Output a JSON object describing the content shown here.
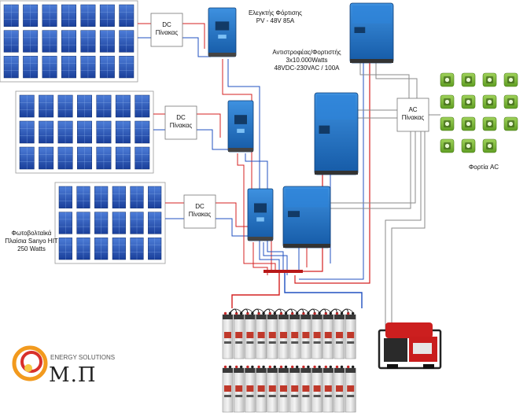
{
  "dc_panel_label": [
    "DC",
    "Πίνακας"
  ],
  "ac_panel_label": [
    "AC",
    "Πίνακας"
  ],
  "charge_controller": {
    "line1": "Ελεγκτής Φόρτισης",
    "line2": "PV - 48V 85A"
  },
  "inverter_charger": {
    "line1": "Αντιστροφέας/Φορτιστής",
    "line2": "3x10.000Watts",
    "line3": "48VDC-230VAC / 100A"
  },
  "pv_modules": {
    "line1": "Φωτοβολταϊκά",
    "line2": "Πλαίσια Sanyo HIT",
    "line3": "250 Watts"
  },
  "ac_loads_label": "Φορτία AC",
  "logo": {
    "subtitle": "ENERGY SOLUTIONS",
    "letters": "Μ.Π"
  },
  "colors": {
    "dc_positive": "#d42020",
    "dc_negative": "#2050c0",
    "ac_line": "#8a8a8a",
    "victron_blue": "#1a73c8",
    "load_green": "#7ab83a",
    "logo_orange": "#f29a1e",
    "logo_red": "#d8302a"
  },
  "icons": {
    "pv": "solar-panel-icon",
    "charger": "charge-controller-icon",
    "inverter": "inverter-charger-icon",
    "battery": "battery-cell-icon",
    "generator": "generator-icon",
    "loads": [
      "washing-machine-icon",
      "sewing-machine-icon",
      "printer-icon",
      "oven-icon",
      "microwave-icon",
      "tv-icon",
      "drill-icon",
      "kettle-icon",
      "fridge-icon",
      "coffee-maker-icon",
      "water-tap-icon",
      "vacuum-icon",
      "iron-icon",
      "dryer-icon",
      "radio-icon"
    ]
  }
}
